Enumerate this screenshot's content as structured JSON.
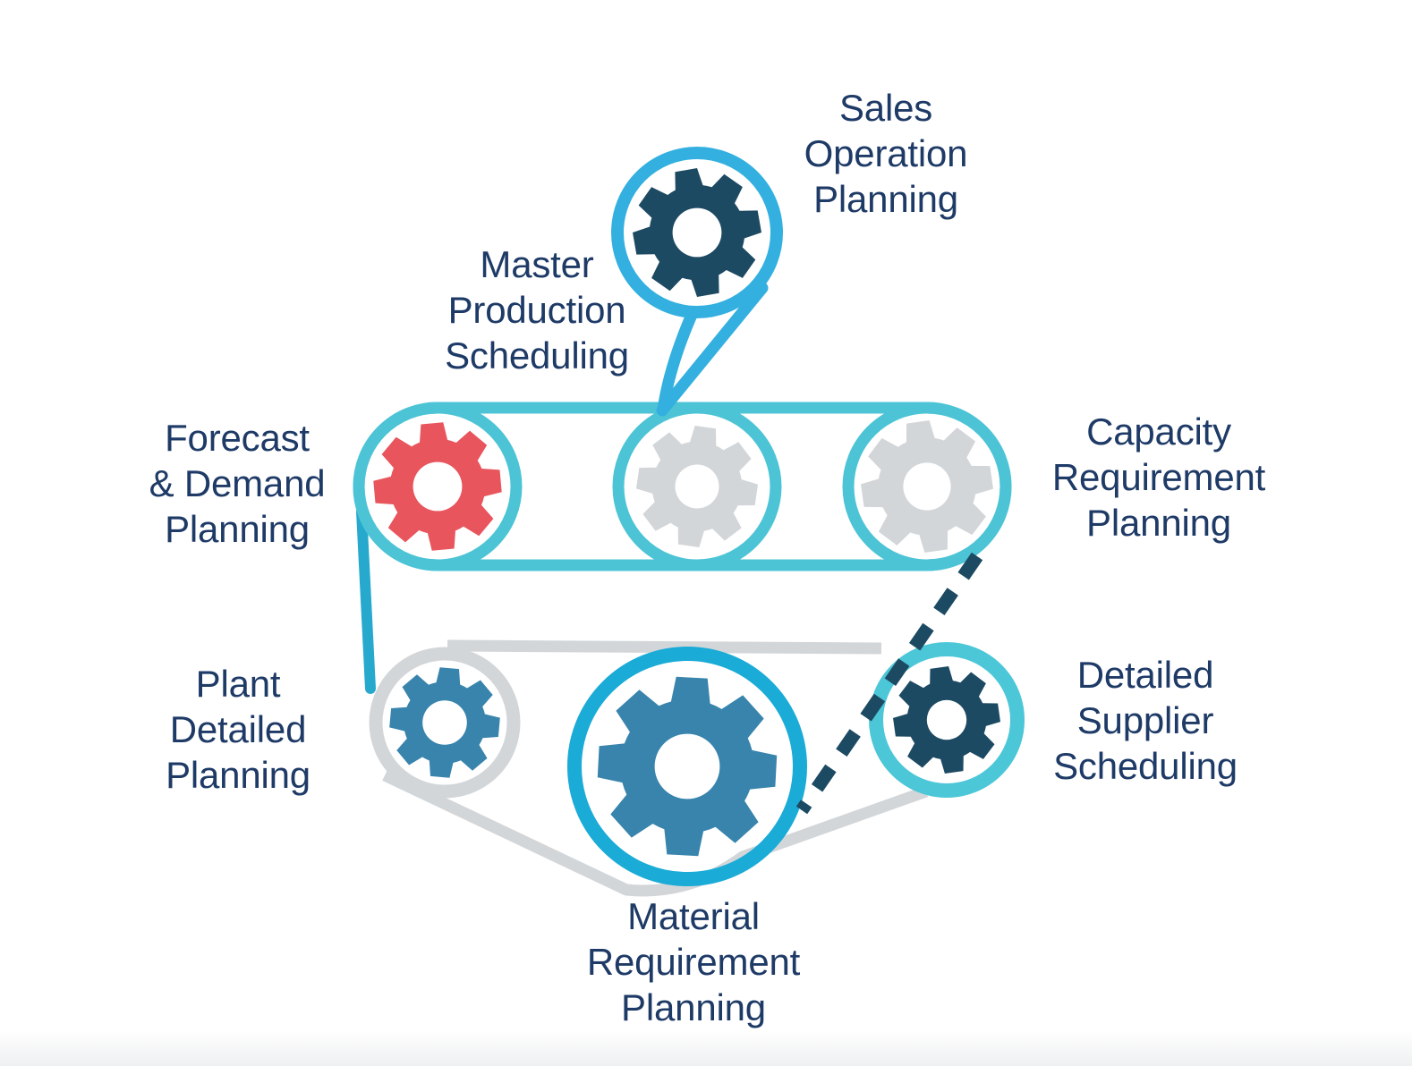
{
  "labels": {
    "sales_operation": "Sales\nOperation\nPlanning",
    "master_production": "Master\nProduction\nScheduling",
    "forecast_demand": "Forecast\n& Demand\nPlanning",
    "capacity_requirement": "Capacity\nRequirement\nPlanning",
    "plant_detailed": "Plant\nDetailed\nPlanning",
    "detailed_supplier": "Detailed\nSupplier\nScheduling",
    "material_requirement": "Material\nRequirement\nPlanning"
  },
  "palette": {
    "text_navy": "#1e3a66",
    "gear_navy": "#1d4a63",
    "gear_red": "#e8555d",
    "gear_steel_blue": "#3884ad",
    "gear_gray": "#d3d6d9",
    "belt_gray": "#d3d6d9",
    "belt_turquoise": "#4cc4d6",
    "ring_sky_blue": "#33b0e0",
    "ring_bright_cyan": "#1aabd7",
    "ring_supplier_cyan": "#4cc7d8",
    "connector_cyan": "#26a9cd",
    "dashed_navy": "#1d4a63",
    "background": "#ffffff"
  }
}
